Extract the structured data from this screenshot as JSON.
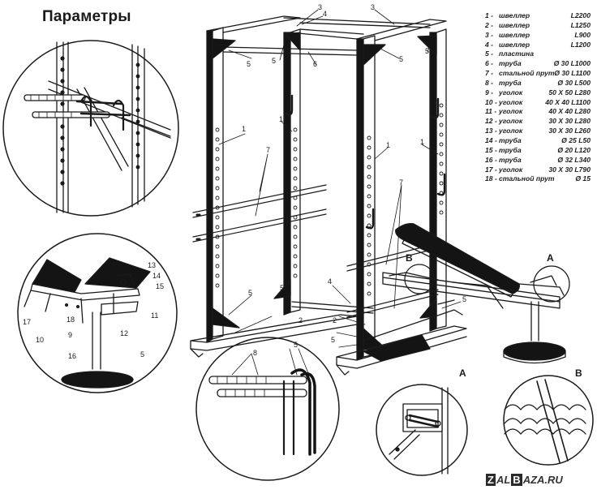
{
  "title": "Параметры",
  "parts": [
    {
      "num": "1 -",
      "name": "швеллер",
      "dim": "L2200"
    },
    {
      "num": "2 -",
      "name": "швеллер",
      "dim": "L1250"
    },
    {
      "num": "3 -",
      "name": "швеллер",
      "dim": "L900"
    },
    {
      "num": "4 -",
      "name": "швеллер",
      "dim": "L1200"
    },
    {
      "num": "5 -",
      "name": "пластина",
      "dim": ""
    },
    {
      "num": "6 -",
      "name": "труба",
      "dim": "Ø 30 L1000"
    },
    {
      "num": "7 -",
      "name": "стальной прут",
      "dim": "Ø 30 L1100"
    },
    {
      "num": "8 -",
      "name": "труба",
      "dim": "Ø 30 L500"
    },
    {
      "num": "9 -",
      "name": "уголок",
      "dim": "50 X 50 L280"
    },
    {
      "num": "10 -",
      "name": "уголок",
      "dim": "40 X 40 L1100"
    },
    {
      "num": "11 -",
      "name": "уголок",
      "dim": "40 X 40 L280"
    },
    {
      "num": "12 -",
      "name": "уголок",
      "dim": "30 X 30 L280"
    },
    {
      "num": "13 -",
      "name": "уголок",
      "dim": "30 X 30 L260"
    },
    {
      "num": "14 -",
      "name": "труба",
      "dim": "Ø 25 L50"
    },
    {
      "num": "15 -",
      "name": "труба",
      "dim": "Ø 20 L120"
    },
    {
      "num": "16 -",
      "name": "труба",
      "dim": "Ø 32 L340"
    },
    {
      "num": "17 -",
      "name": "уголок",
      "dim": "30 X 30 L790"
    },
    {
      "num": "18 -",
      "name": "стальной прут",
      "dim": "Ø 15"
    }
  ],
  "callouts": {
    "n1": "1",
    "n2": "2",
    "n3": "3",
    "n4": "4",
    "n5": "5",
    "n6": "6",
    "n7": "7",
    "n8": "8",
    "n9": "9",
    "n10": "10",
    "n11": "11",
    "n12": "12",
    "n13": "13",
    "n14": "14",
    "n15": "15",
    "n16": "16",
    "n17": "17",
    "n18": "18"
  },
  "detail_labels": {
    "a": "A",
    "b": "B"
  },
  "watermark": {
    "left": "Z",
    "mid1": "AL",
    "box": "B",
    "mid2": "AZA.RU"
  },
  "colors": {
    "ink": "#1a1a1a",
    "fill_dark": "#141414",
    "paper": "#ffffff"
  }
}
